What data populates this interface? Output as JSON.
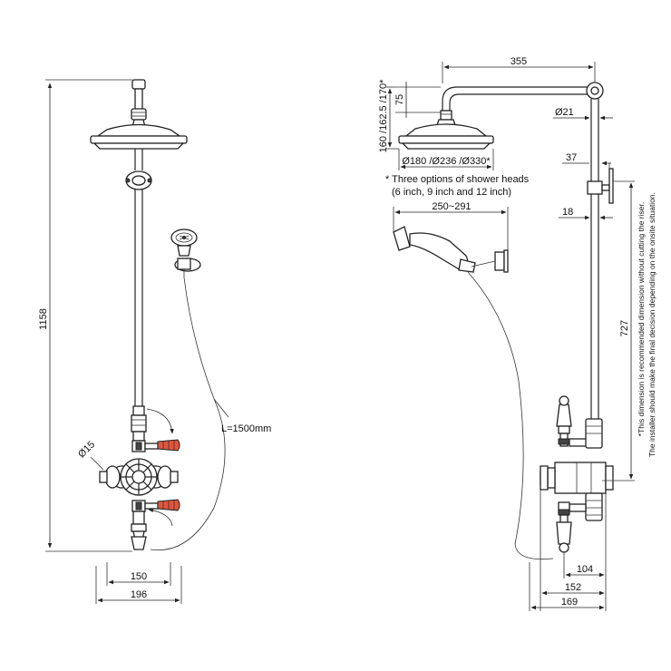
{
  "front_view": {
    "height_label": "1158",
    "hose_label": "L=1500mm",
    "pipe_diameter_label": "Ø15",
    "centres_label": "150",
    "width_label": "196"
  },
  "side_view": {
    "projection_label": "355",
    "drop_label": "75",
    "head_height_options": "160 /162.5 /170*",
    "riser_diameter_label": "Ø21",
    "bracket_offset_label": "37",
    "riser_offset_label": "18",
    "head_diameter_options": "Ø180 /Ø236 /Ø330*",
    "note_line1": "* Three options of shower heads",
    "note_line2": "(6 inch, 9 inch and 12 inch)",
    "handset_length_label": "250~291",
    "riser_length_label": "727",
    "riser_note_line1": "*This dimension is recommended dimension without cutting the riser.",
    "riser_note_line2": "The installer should make the final decision depending on the onsite situation.",
    "valve_depth_label": "104",
    "valve_projection_label": "152",
    "overall_projection_label": "169"
  }
}
